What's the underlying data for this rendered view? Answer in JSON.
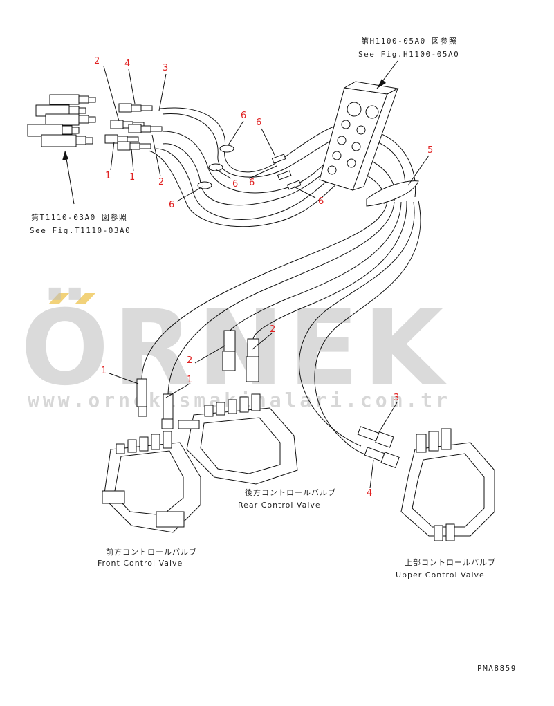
{
  "references": {
    "top_right_jp": "第H1100-05A0 図参照",
    "top_right_en": "See Fig.H1100-05A0",
    "left_jp": "第T1110-03A0 図参照",
    "left_en": "See Fig.T1110-03A0"
  },
  "valves": {
    "front_jp": "前方コントロールバルブ",
    "front_en": "Front Control Valve",
    "rear_jp": "後方コントロールバルブ",
    "rear_en": "Rear Control Valve",
    "upper_jp": "上部コントロールバルブ",
    "upper_en": "Upper Control Valve"
  },
  "callouts": {
    "c1": "1",
    "c2": "2",
    "c3": "3",
    "c4": "4",
    "c5": "5",
    "c6": "6"
  },
  "watermark": {
    "brand": "ÖRNEK",
    "url": "www.ornekismakinalari.com.tr"
  },
  "drawing_code": "PMA8859",
  "colors": {
    "callout": "#e02020",
    "line": "#111111",
    "watermark": "#bdbdbd",
    "watermark_accent": "#f2d27a"
  }
}
